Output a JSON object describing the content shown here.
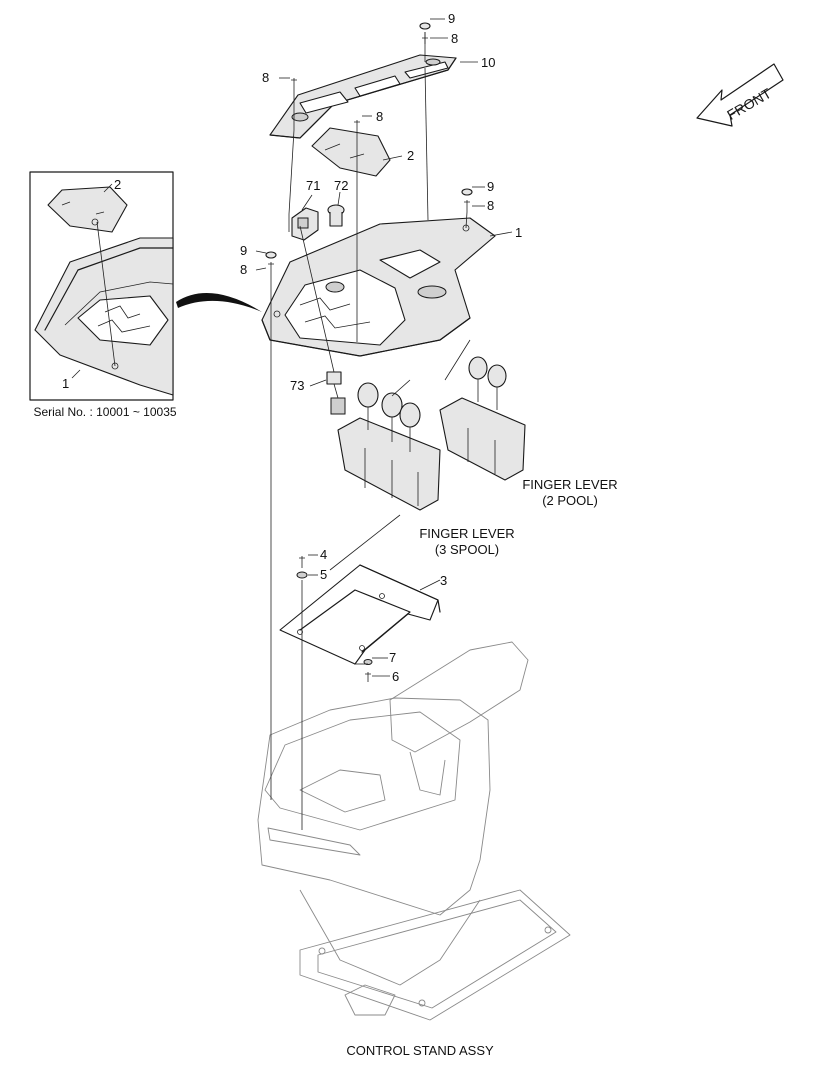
{
  "callouts": {
    "c9_top": "9",
    "c8_top": "8",
    "c10": "10",
    "c8_left_top": "8",
    "c8_mid": "8",
    "c2_mid": "2",
    "c71": "71",
    "c72": "72",
    "c9_right": "9",
    "c8_right": "8",
    "c1_main": "1",
    "c9_left": "9",
    "c8_left": "8",
    "c73": "73",
    "c4": "4",
    "c5": "5",
    "c3": "3",
    "c7": "7",
    "c6": "6",
    "inset_2": "2",
    "inset_1": "1"
  },
  "labels": {
    "front": "FRONT",
    "serial": "Serial No. : 10001 ~ 10035",
    "finger_lever_2_line1": "FINGER LEVER",
    "finger_lever_2_line2": "(2 POOL)",
    "finger_lever_3_line1": "FINGER LEVER",
    "finger_lever_3_line2": "(3 SPOOL)",
    "assembly": "CONTROL STAND ASSY"
  }
}
